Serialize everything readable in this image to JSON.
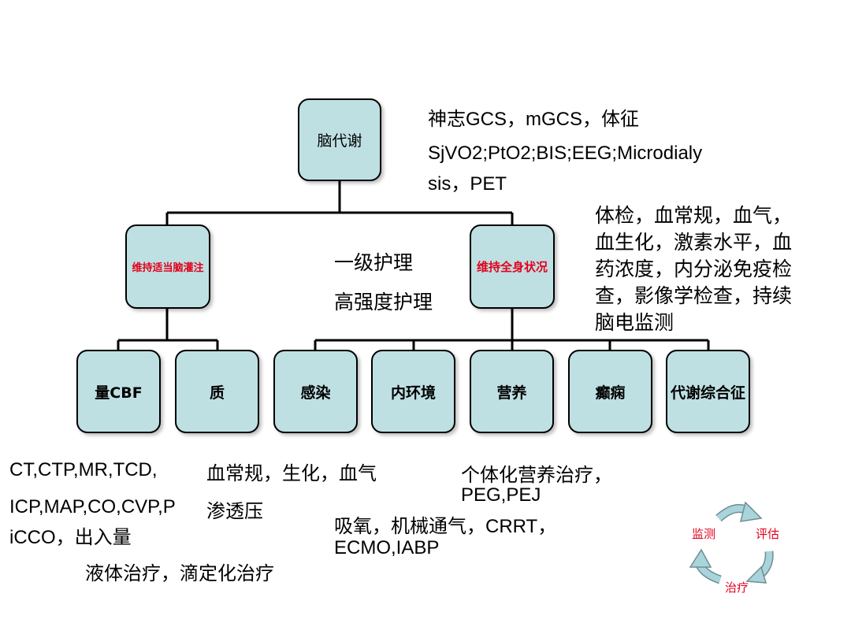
{
  "tree": {
    "root": "脑代谢",
    "left_branch": "维持适当脑灌注",
    "right_branch": "维持全身状况",
    "center_top": "一级护理",
    "center_bottom": "高强度护理",
    "leaves": [
      "量CBF",
      "质",
      "感染",
      "内环境",
      "营养",
      "癫痫",
      "代谢综合征"
    ]
  },
  "notes": {
    "root_line1": "神志GCS，mGCS，体征",
    "root_line2": "SjVO2;PtO2;BIS;EEG;Microdialy",
    "root_line3": "sis，PET",
    "right_lines": [
      "体检，血常规，血气，",
      "血生化，激素水平，血",
      "药浓度，内分泌免疫检",
      "查，影像学检查，持续",
      "脑电监测"
    ],
    "ct_line": "CT,CTP,MR,TCD,",
    "icp_line1": "ICP,MAP,CO,CVP,P",
    "icp_line2": "iCCO，出入量",
    "fluid_line": "液体治疗，滴定化治疗",
    "blood_line": "血常规，生化，血气",
    "osmotic_line": "渗透压",
    "oxygen_line1": "吸氧，机械通气，CRRT，",
    "oxygen_line2": "ECMO,IABP",
    "nutrition_line1": "个体化营养治疗，",
    "nutrition_line2": "PEG,PEJ"
  },
  "cycle": {
    "labels": [
      "监测",
      "评估",
      "治疗"
    ],
    "arrow_color": "#a9d4dc",
    "label_color": "#e3001b"
  },
  "colors": {
    "node_fill": "#bfe0e3",
    "accent_red": "#e3001b"
  }
}
